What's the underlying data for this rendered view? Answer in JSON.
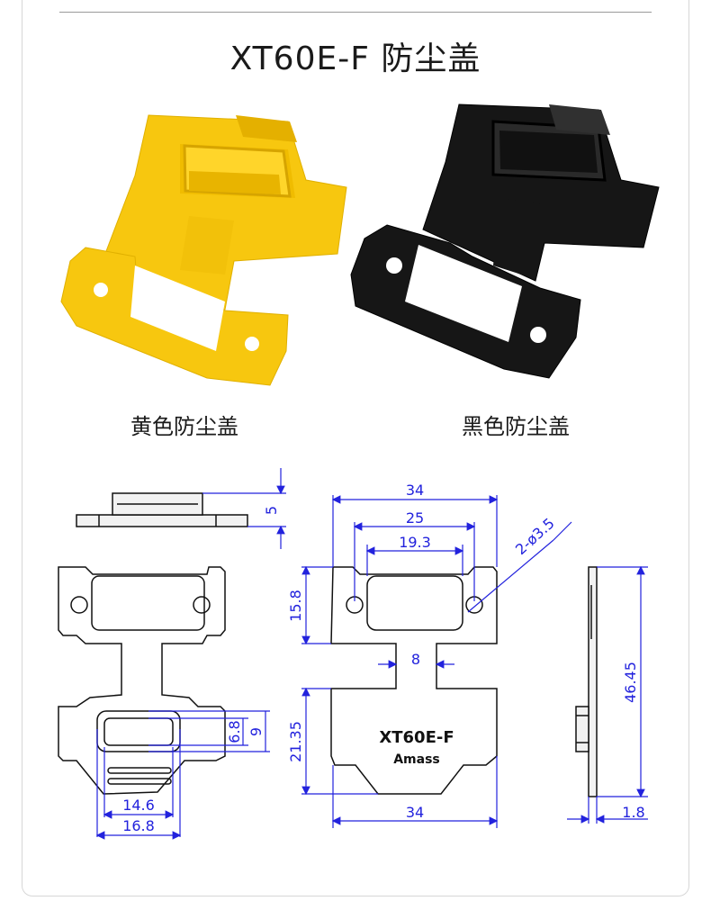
{
  "title": "XT60E-F 防尘盖",
  "products": {
    "yellow_label": "黄色防尘盖",
    "black_label": "黑色防尘盖"
  },
  "dimensions": {
    "height": "5",
    "width_overall": "34",
    "hole_spacing": "25",
    "opening_width": "19.3",
    "holes": "2-ø3.5",
    "flange_height": "15.8",
    "neck_width": "8",
    "cap_height": "21.35",
    "bottom_width": "34",
    "total_height": "46.45",
    "thickness": "1.8",
    "inner_height": "6.8",
    "outer_height": "9",
    "inner_width": "14.6",
    "outer_width": "16.8"
  },
  "embossing": {
    "model": "XT60E-F",
    "brand": "Amass"
  },
  "colors": {
    "yellow": "#f7c70f",
    "black": "#161616",
    "dimension_blue": "#2222dd",
    "outline": "#111111"
  }
}
